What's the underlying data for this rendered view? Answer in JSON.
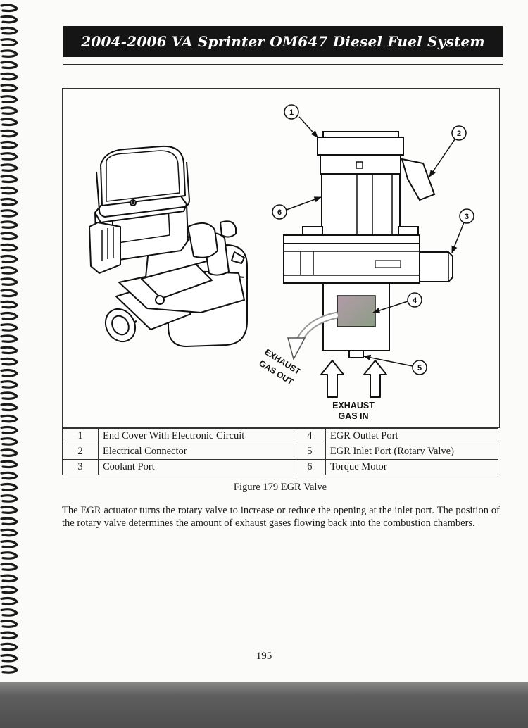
{
  "header": {
    "title": "2004-2006 VA Sprinter OM647 Diesel Fuel System"
  },
  "figure": {
    "callouts": [
      "1",
      "2",
      "3",
      "4",
      "5",
      "6"
    ],
    "labels": {
      "exhaust_out_line1": "EXHAUST",
      "exhaust_out_line2": "GAS OUT",
      "exhaust_in_line1": "EXHAUST",
      "exhaust_in_line2": "GAS IN"
    }
  },
  "legend": [
    [
      {
        "num": "1",
        "text": "End Cover With Electronic Circuit"
      },
      {
        "num": "4",
        "text": "EGR Outlet Port"
      }
    ],
    [
      {
        "num": "2",
        "text": "Electrical Connector"
      },
      {
        "num": "5",
        "text": "EGR Inlet Port (Rotary Valve)"
      }
    ],
    [
      {
        "num": "3",
        "text": "Coolant Port"
      },
      {
        "num": "6",
        "text": "Torque Motor"
      }
    ]
  ],
  "caption": "Figure 179 EGR Valve",
  "body_text": "The EGR actuator turns the rotary valve to increase or reduce the opening at the inlet port. The position of the rotary valve determines the amount of exhaust gases flowing back into the combustion chambers.",
  "page_number": "195"
}
